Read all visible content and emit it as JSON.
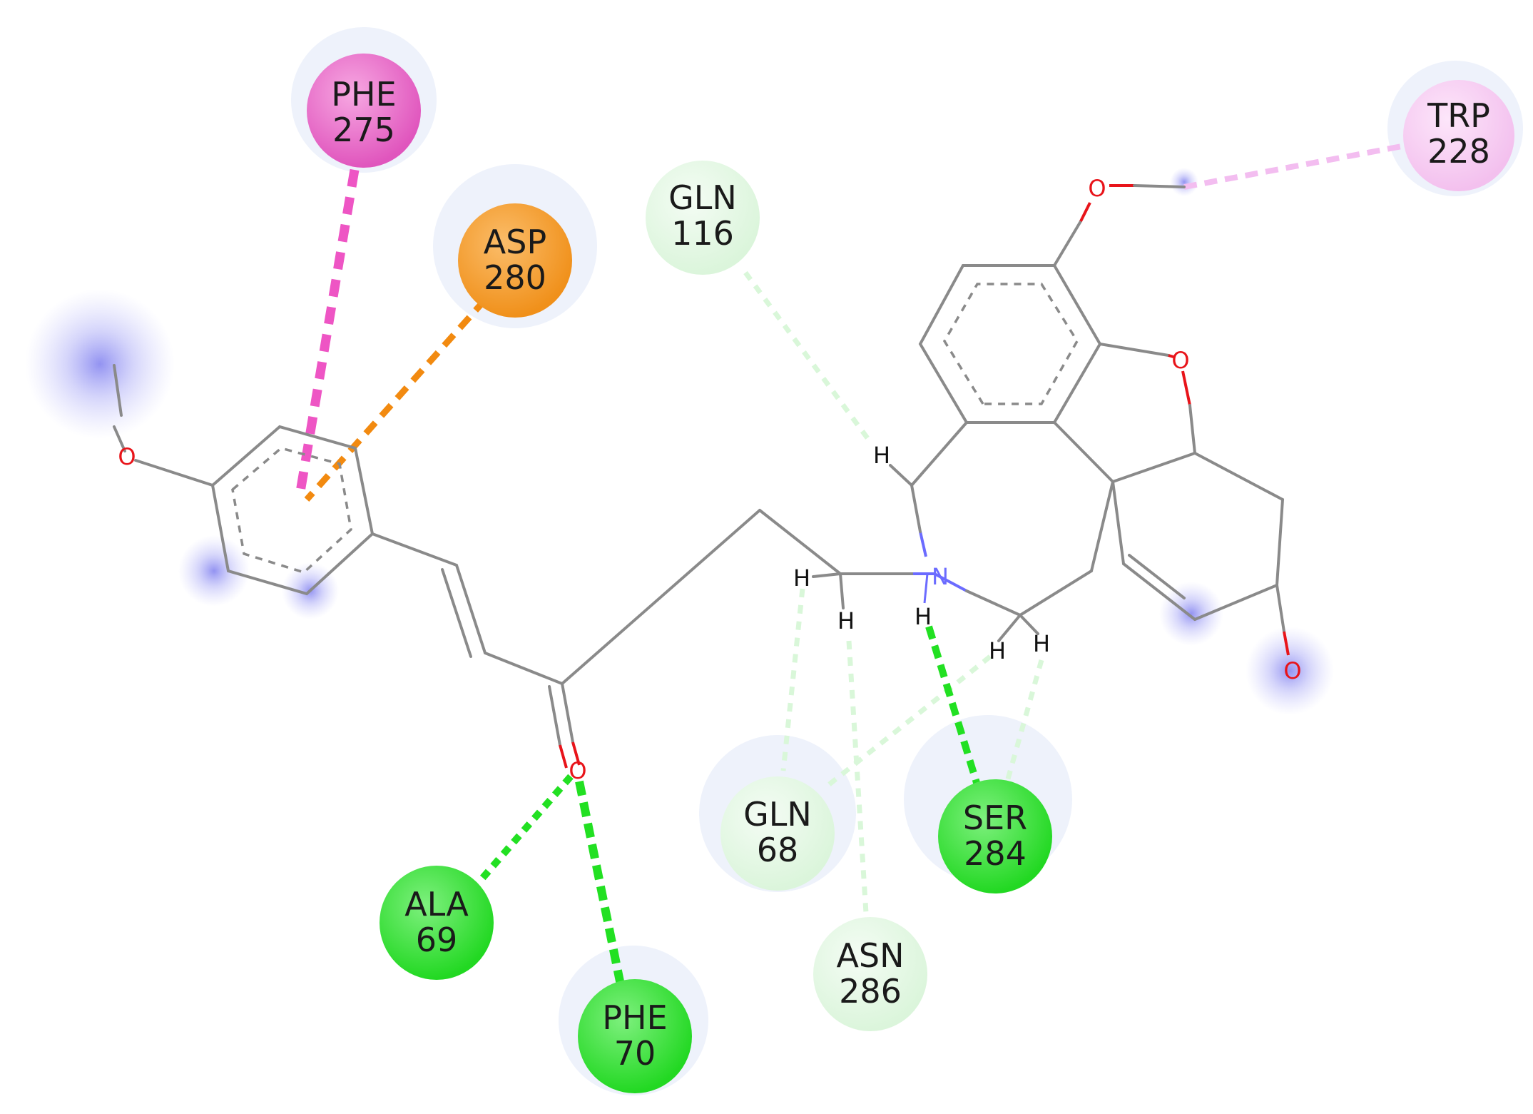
{
  "residues": [
    {
      "id": "phe275",
      "line1": "PHE",
      "line2": "275",
      "interaction": "pi-pi T-shaped",
      "color": "#ec5fc6"
    },
    {
      "id": "asp280",
      "line1": "ASP",
      "line2": "280",
      "interaction": "pi-anion",
      "color": "#f4961c"
    },
    {
      "id": "gln116",
      "line1": "GLN",
      "line2": "116",
      "interaction": "carbon hydrogen bond",
      "color": "#dff7df"
    },
    {
      "id": "trp228",
      "line1": "TRP",
      "line2": "228",
      "interaction": "pi-alkyl",
      "color": "#f6c6f1"
    },
    {
      "id": "gln68",
      "line1": "GLN",
      "line2": "68",
      "interaction": "carbon hydrogen bond",
      "color": "#dff7df"
    },
    {
      "id": "ser284",
      "line1": "SER",
      "line2": "284",
      "interaction": "conventional hydrogen bond",
      "color": "#2fe12f"
    },
    {
      "id": "asn286",
      "line1": "ASN",
      "line2": "286",
      "interaction": "carbon hydrogen bond",
      "color": "#dff7df"
    },
    {
      "id": "ala69",
      "line1": "ALA",
      "line2": "69",
      "interaction": "conventional hydrogen bond",
      "color": "#2fe12f"
    },
    {
      "id": "phe70",
      "line1": "PHE",
      "line2": "70",
      "interaction": "conventional hydrogen bond",
      "color": "#2fe12f"
    }
  ],
  "atoms": {
    "oxygen": "O",
    "nitrogen": "N",
    "hydrogen": "H"
  },
  "colors": {
    "bond": "#8a8a8a",
    "oxygen": "#e8141a",
    "nitrogen": "#6b6bff",
    "conventional_hbond": "#22e022",
    "carbon_hbond": "#d9f7d9",
    "pi_pi": "#ee55c4",
    "pi_anion": "#f28a10",
    "pi_alkyl": "#f3bdf0"
  }
}
